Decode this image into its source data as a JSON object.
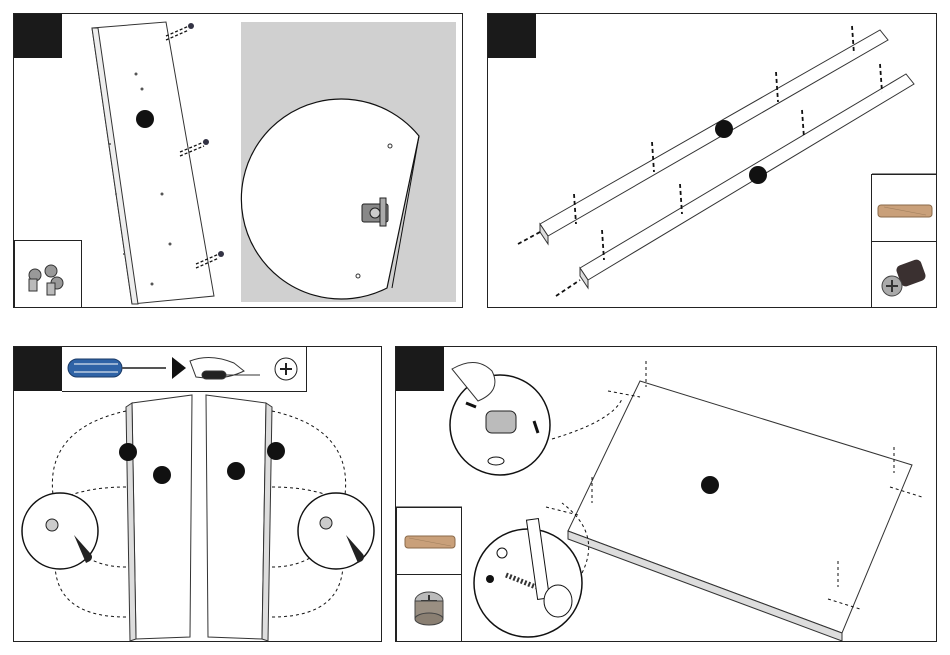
{
  "steps": [
    {
      "id": "step-1",
      "parts": [
        "cam-bolt"
      ]
    },
    {
      "id": "step-2",
      "parts": [
        "wood-dowel",
        "cam-lock-insert"
      ]
    },
    {
      "id": "step-3",
      "tools": [
        "screwdriver-icon",
        "hand-turn-icon",
        "rotate-clockwise-icon"
      ]
    },
    {
      "id": "step-4",
      "parts": [
        "wood-dowel",
        "cam-lock-fitting"
      ]
    }
  ],
  "colors": {
    "tab": "#1a1a1a",
    "zoom_bg": "#d0d0d0",
    "screwdriver_handle": "#2f63a6",
    "dowel": "#c9a07a"
  }
}
